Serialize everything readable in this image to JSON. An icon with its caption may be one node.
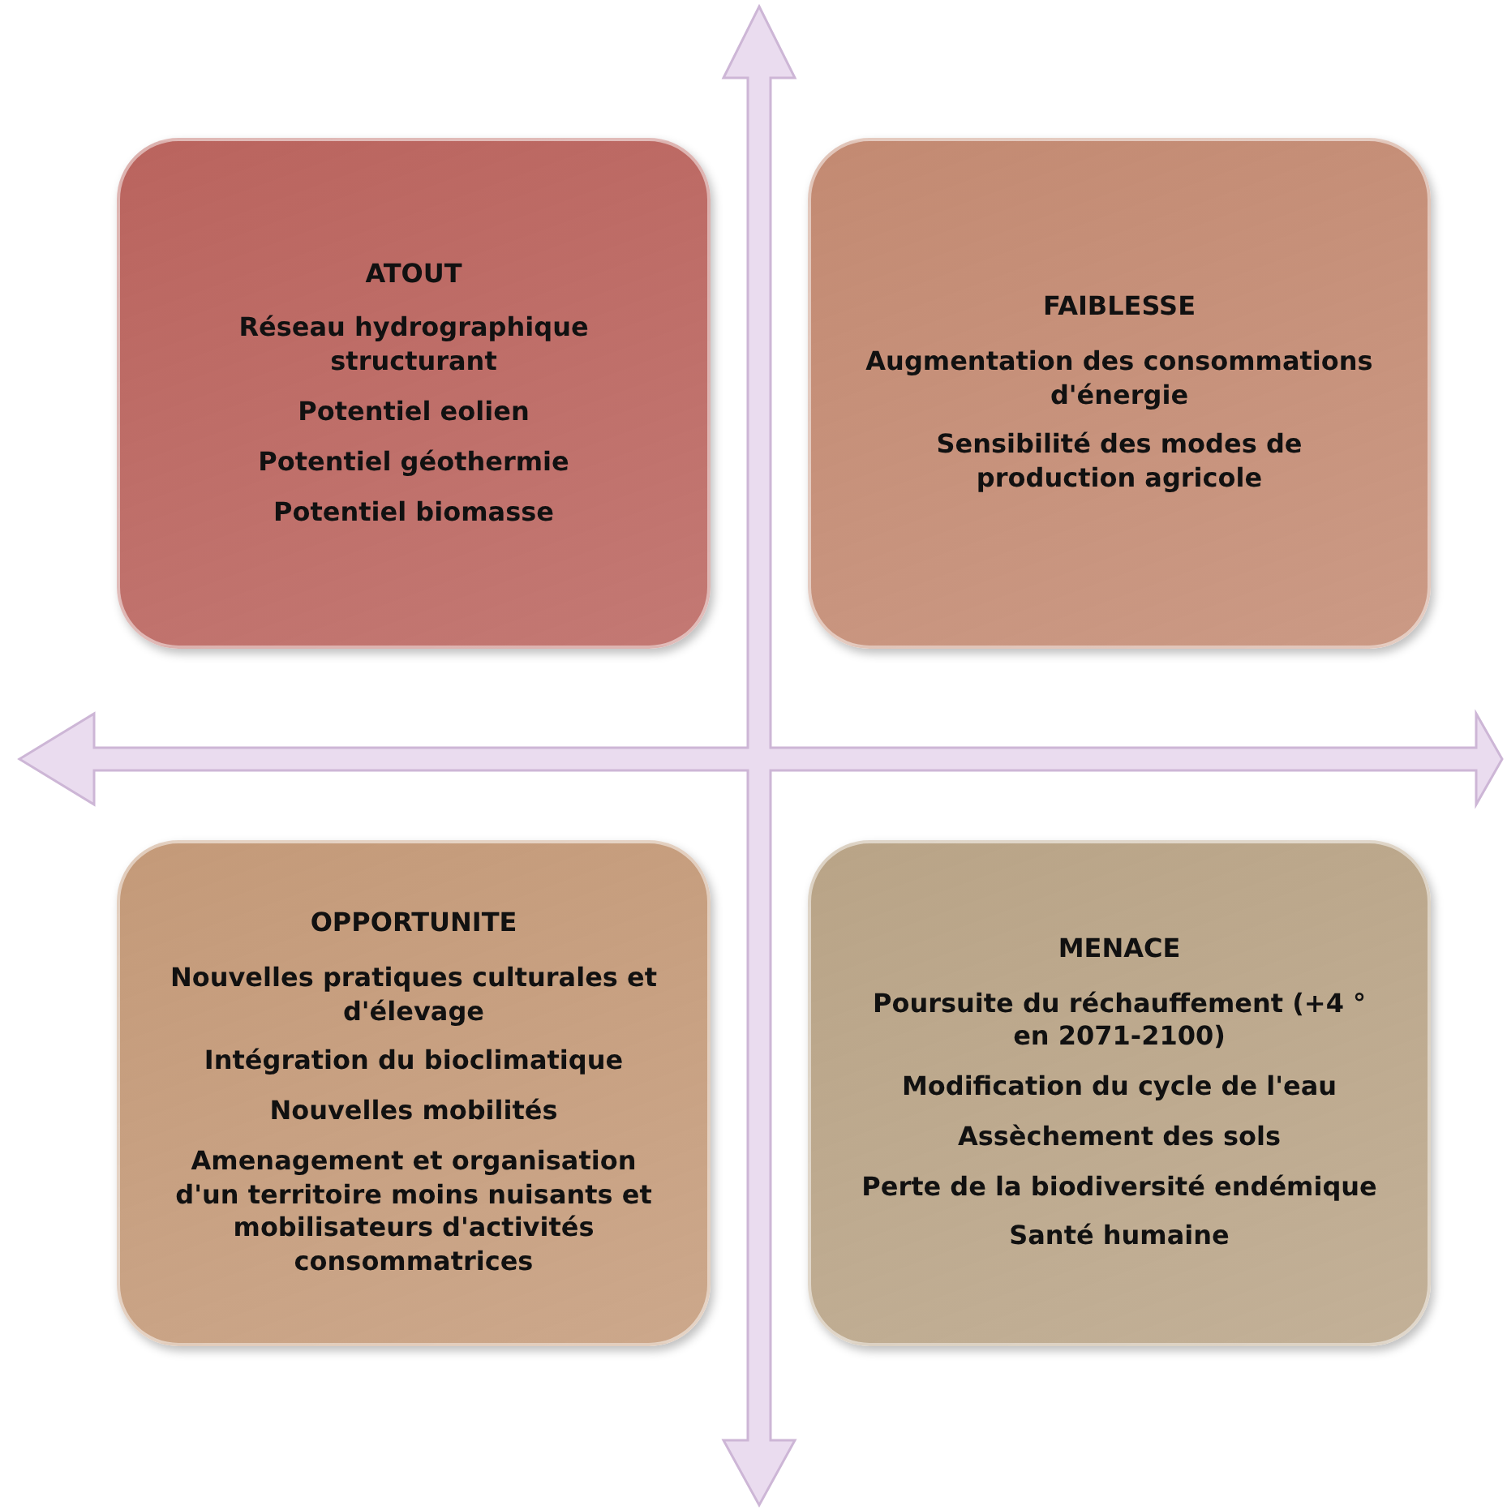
{
  "diagram": {
    "nodes": [
      {
        "text": [
          "ATOUT",
          "Réseau hydrographique structurant",
          "Potentiel eolien",
          "Potentiel géothermie",
          "Potentiel biomasse"
        ]
      },
      {
        "text": [
          "FAIBLESSE",
          "Augmentation des consommations d'énergie",
          "Sensibilité des modes de production agricole"
        ]
      },
      {
        "text": [
          "OPPORTUNITE",
          "Nouvelles pratiques culturales et d'élevage",
          "Intégration du bioclimatique",
          "Nouvelles mobilités",
          "Amenagement et organisation d'un territoire moins nuisants et mobilisateurs d'activités consommatrices"
        ]
      },
      {
        "text": [
          "MENACE",
          "Poursuite du réchauffement (+4 ° en 2071-2100)",
          "Modification du cycle de l'eau",
          "Assèchement des sols",
          "Perte de la biodiversité endémique",
          "Santé humaine"
        ]
      }
    ],
    "edges": []
  }
}
